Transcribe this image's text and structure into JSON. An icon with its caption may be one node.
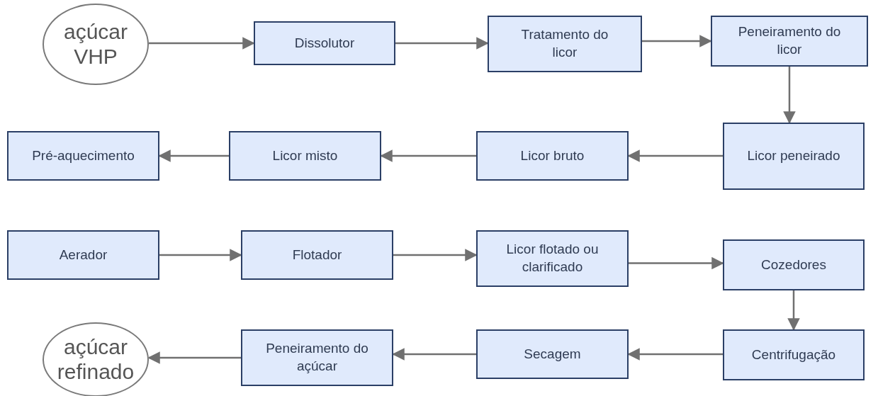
{
  "diagram": {
    "nodes": [
      {
        "text": [
          "açúcar VHP"
        ]
      },
      {
        "text": [
          "Dissolutor"
        ]
      },
      {
        "text": [
          "Tratamento do licor"
        ]
      },
      {
        "text": [
          "Peneiramento do licor"
        ]
      },
      {
        "text": [
          "Licor peneirado"
        ]
      },
      {
        "text": [
          "Licor bruto"
        ]
      },
      {
        "text": [
          "Licor misto"
        ]
      },
      {
        "text": [
          "Pré-aquecimento"
        ]
      },
      {
        "text": [
          "Aerador"
        ]
      },
      {
        "text": [
          "Flotador"
        ]
      },
      {
        "text": [
          "Licor flotado ou clarificado"
        ]
      },
      {
        "text": [
          "Cozedores"
        ]
      },
      {
        "text": [
          "Centrifugação"
        ]
      },
      {
        "text": [
          "Secagem"
        ]
      },
      {
        "text": [
          "Peneiramento do açúcar"
        ]
      },
      {
        "text": [
          "açúcar refinado"
        ]
      }
    ],
    "edges": [
      {
        "from": 0,
        "to": 1,
        "arrow": "to"
      },
      {
        "from": 1,
        "to": 2,
        "arrow": "to"
      },
      {
        "from": 2,
        "to": 3,
        "arrow": "to"
      },
      {
        "from": 3,
        "to": 4,
        "arrow": "to"
      },
      {
        "from": 4,
        "to": 5,
        "arrow": "to"
      },
      {
        "from": 5,
        "to": 6,
        "arrow": "to"
      },
      {
        "from": 6,
        "to": 7,
        "arrow": "to"
      },
      {
        "from": 8,
        "to": 9,
        "arrow": "to"
      },
      {
        "from": 9,
        "to": 10,
        "arrow": "to"
      },
      {
        "from": 10,
        "to": 11,
        "arrow": "to"
      },
      {
        "from": 11,
        "to": 12,
        "arrow": "to"
      },
      {
        "from": 12,
        "to": 13,
        "arrow": "to"
      },
      {
        "from": 13,
        "to": 14,
        "arrow": "to"
      },
      {
        "from": 14,
        "to": 15,
        "arrow": "to"
      }
    ]
  }
}
